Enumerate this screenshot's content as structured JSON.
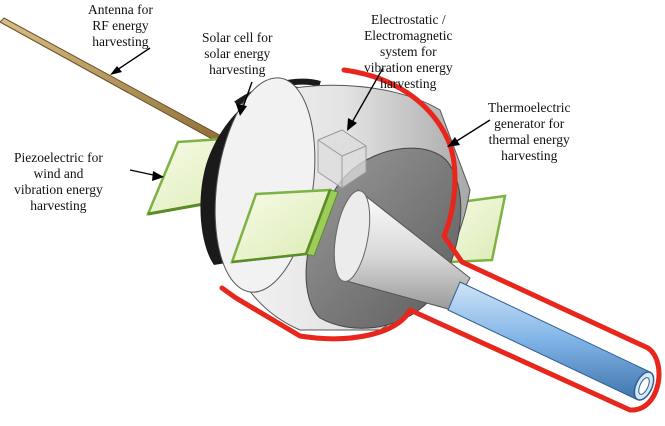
{
  "labels": {
    "antenna": [
      "Antenna for",
      "RF energy",
      "harvesting"
    ],
    "solar": [
      "Solar cell for",
      "solar energy",
      "harvesting"
    ],
    "electrostatic": [
      "Electrostatic /",
      "Electromagnetic",
      "system for",
      "vibration energy",
      "harvesting"
    ],
    "thermoelectric": [
      "Thermoelectric",
      "generator for",
      "thermal energy",
      "harvesting"
    ],
    "piezoelectric": [
      "Piezoelectric for",
      "wind and",
      "vibration energy",
      "harvesting"
    ]
  },
  "colors": {
    "red_outline": "#e8261c",
    "antenna_rod": "#b08a4a",
    "piezo_green": "#8cc63f",
    "piezo_fill": "#eef6d9",
    "rod_blue": "#7fb3e6",
    "body_gray": "#e6e6e6",
    "solar_black": "#1a1a1a"
  }
}
